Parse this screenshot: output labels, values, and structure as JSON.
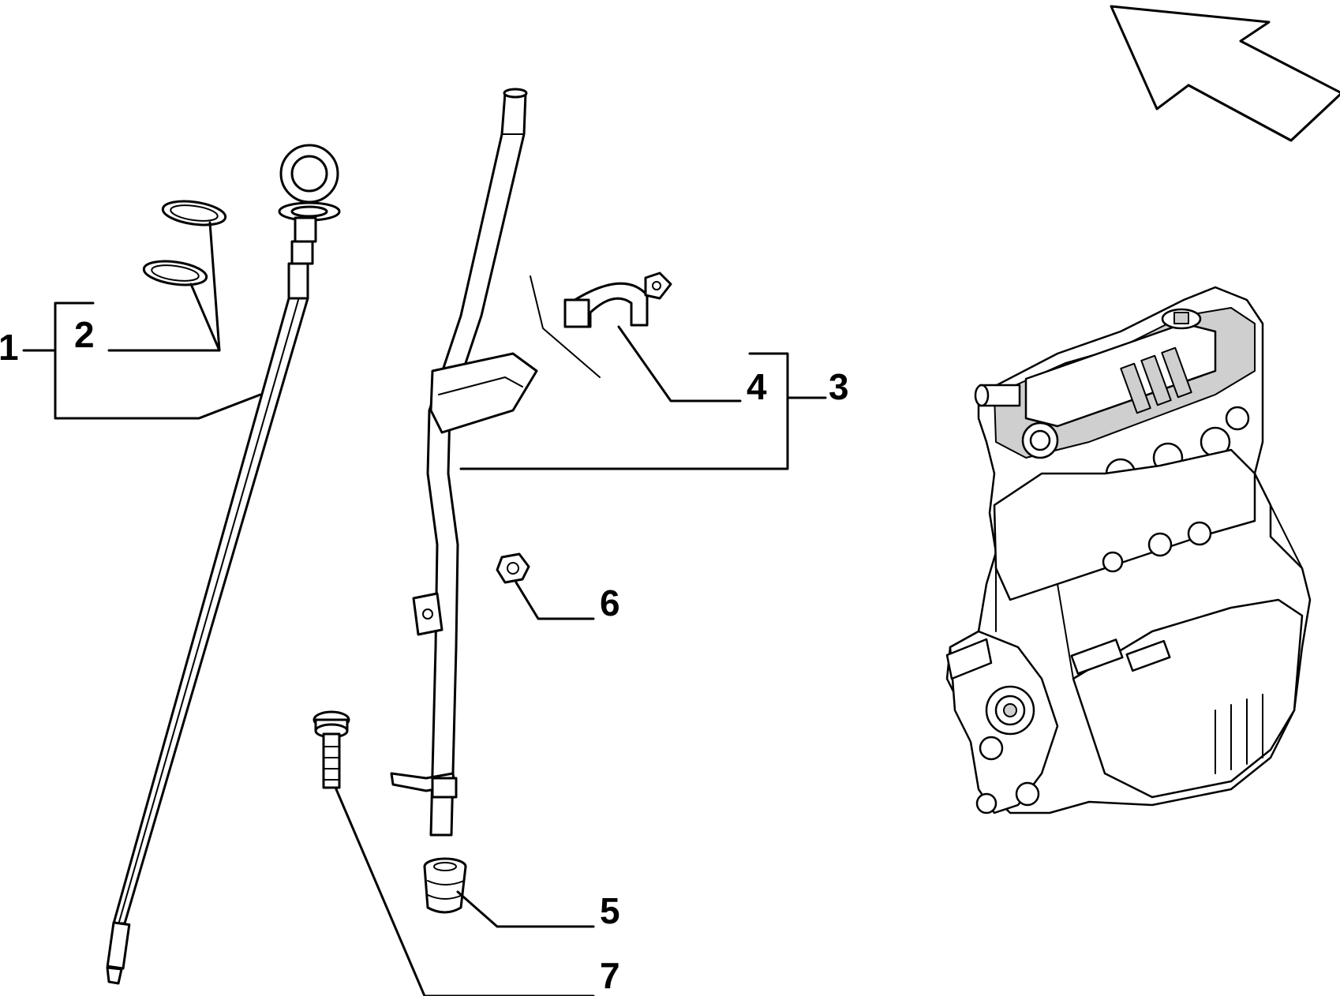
{
  "callouts": [
    {
      "id": "1",
      "text": "1"
    },
    {
      "id": "2",
      "text": "2"
    },
    {
      "id": "3",
      "text": "3"
    },
    {
      "id": "4",
      "text": "4"
    },
    {
      "id": "5",
      "text": "5"
    },
    {
      "id": "6",
      "text": "6"
    },
    {
      "id": "7",
      "text": "7"
    }
  ],
  "icons": {
    "direction_arrow": "direction-arrow-icon",
    "engine_block": "engine-block-icon"
  }
}
